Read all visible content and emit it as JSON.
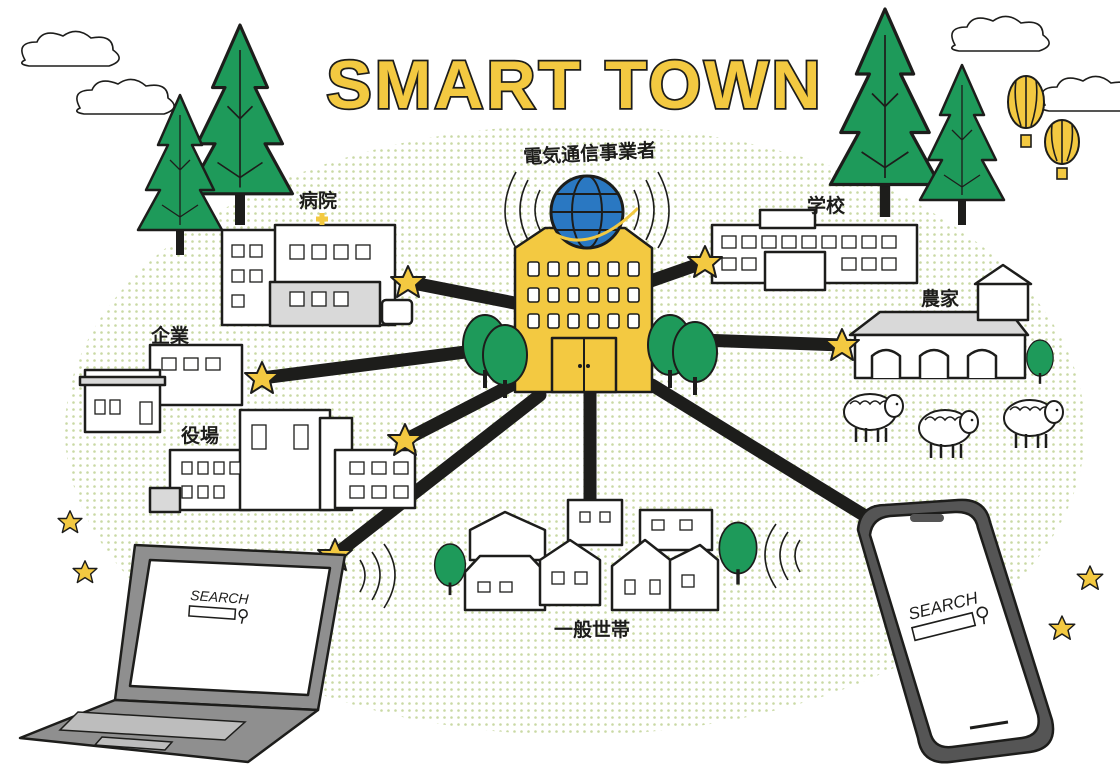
{
  "title": "SMART TOWN",
  "nodes": {
    "center": "電気通信事業者",
    "hospital": "病院",
    "school": "学校",
    "company": "企業",
    "farm": "農家",
    "city_hall": "役場",
    "households": "一般世帯"
  },
  "screens": {
    "laptop_search": "SEARCH",
    "phone_search": "SEARCH"
  },
  "colors": {
    "accent_yellow": "#f3c941",
    "tree_green": "#1e9a5a",
    "globe_blue": "#2a78c2",
    "device_grey": "#8f8f8f",
    "dots_green": "#c9d9a4"
  }
}
